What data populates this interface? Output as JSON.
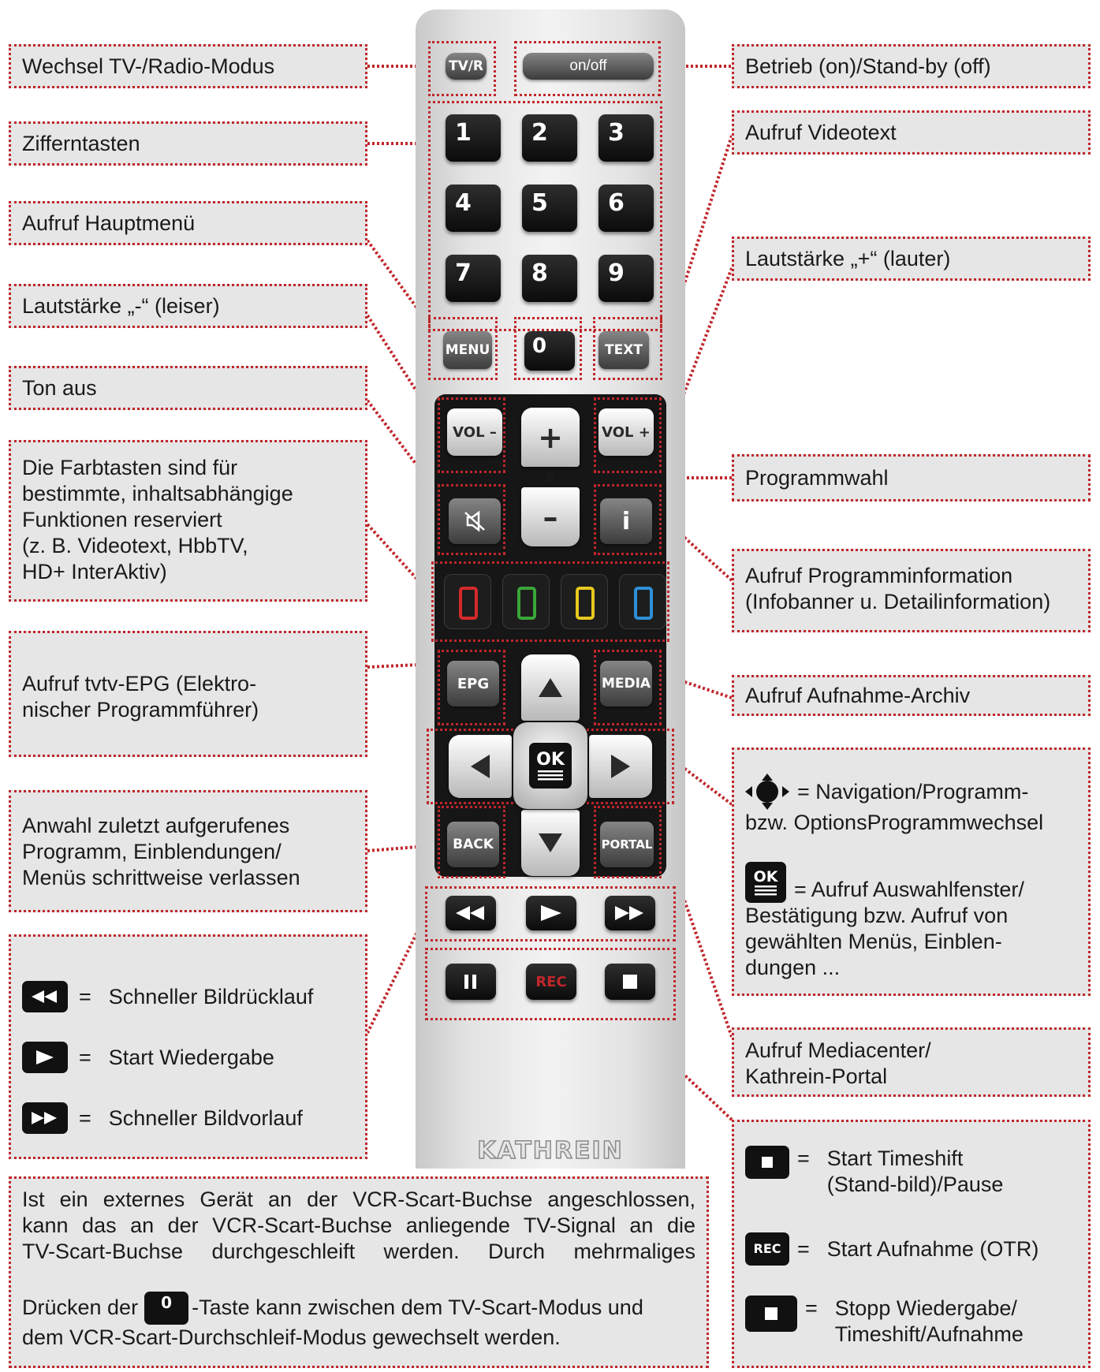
{
  "remote": {
    "brand": "KATHREIN",
    "buttons": {
      "tv_radio": "TV/R",
      "on_off": "on/off",
      "digits": [
        "1",
        "2",
        "3",
        "4",
        "5",
        "6",
        "7",
        "8",
        "9"
      ],
      "menu": "MENU",
      "zero": "0",
      "text": "TEXT",
      "vol_minus": "VOL –",
      "vol_plus": "VOL +",
      "prog_plus": "+",
      "prog_p": "P",
      "prog_minus": "–",
      "info": "i",
      "epg": "EPG",
      "media": "MEDIA",
      "ok": "OK",
      "back": "BACK",
      "portal": "PORTAL",
      "rec": "REC"
    },
    "color_keys": [
      "#d42a2a",
      "#3aa63a",
      "#e8c81e",
      "#2e8fd8"
    ]
  },
  "labels": {
    "tv_radio": "Wechsel TV-/Radio-Modus",
    "digits": "Zifferntasten",
    "main_menu": "Aufruf Hauptmenü",
    "vol_down": "Lautstärke „-“ (leiser)",
    "mute": "Ton aus",
    "color_keys": [
      "Die Farbtasten sind für",
      "bestimmte, inhaltsabhängige",
      "Funktionen reserviert",
      "(z. B. Videotext, HbbTV,",
      "HD+ InterAktiv)"
    ],
    "epg": [
      "Aufruf tvtv-EPG (Elektro-",
      "nischer Programmführer)"
    ],
    "back": [
      "Anwahl zuletzt aufgerufenes",
      "Programm, Einblendungen/",
      "Menüs schrittweise verlassen"
    ],
    "rewind": "Schneller Bildrücklauf",
    "play": "Start Wiedergabe",
    "forward": "Schneller Bildvorlauf",
    "on_off": "Betrieb (on)/Stand-by (off)",
    "teletext": "Aufruf Videotext",
    "vol_up": "Lautstärke „+“ (lauter)",
    "program_select": "Programmwahl",
    "program_info": [
      "Aufruf Programminformation",
      "(Infobanner u. Detailinformation)"
    ],
    "recordings": "Aufruf Aufnahme-Archiv",
    "navigation": [
      "= Navigation/Programm-",
      "bzw. OptionsProgrammwechsel"
    ],
    "ok_key": [
      "=  Aufruf Auswahlfenster/",
      "Bestätigung bzw. Aufruf von",
      "gewählten Menüs, Einblen-",
      "dungen ..."
    ],
    "portal": [
      "Aufruf Mediacenter/",
      "Kathrein-Portal"
    ],
    "pause": [
      "Start Timeshift",
      "(Stand-bild)/Pause"
    ],
    "record": "Start Aufnahme (OTR)",
    "stop": [
      "Stopp Wiedergabe/",
      "Timeshift/Aufnahme"
    ],
    "equals": "=",
    "scart_note": {
      "line1": "Ist ein externes Gerät an der VCR-Scart-Buchse angeschlossen,",
      "line2": "kann das an der VCR-Scart-Buchse anliegende TV-Signal an die",
      "line3": "TV-Scart-Buchse durchgeschleift werden. Durch mehrmaliges",
      "line4a": "Drücken der",
      "key": "0",
      "line4b": "-Taste kann zwischen dem TV-Scart-Modus und",
      "line5": "dem VCR-Scart-Durchschleif-Modus gewechselt werden."
    }
  },
  "colors": {
    "accent": "#c0262b",
    "label_bg": "#e6e6e6",
    "rec_red": "#c0262b"
  },
  "icons": [
    "rewind-icon",
    "play-icon",
    "fast-forward-icon",
    "pause-icon",
    "stop-icon",
    "mute-icon",
    "arrow-up-icon",
    "arrow-down-icon",
    "arrow-left-icon",
    "arrow-right-icon",
    "dpad-icon",
    "menu-lines-icon"
  ]
}
